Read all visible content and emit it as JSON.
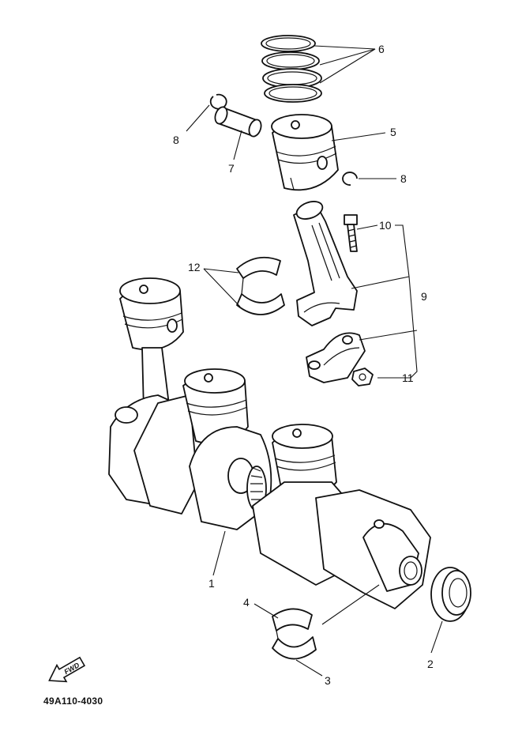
{
  "diagram": {
    "part_code": "49A110-4030",
    "front_arrow_label": "FWD",
    "callouts": {
      "c1": "1",
      "c2": "2",
      "c3": "3",
      "c4": "4",
      "c5": "5",
      "c6": "6",
      "c7": "7",
      "c8a": "8",
      "c8b": "8",
      "c9": "9",
      "c10": "10",
      "c11": "11",
      "c12": "12"
    }
  }
}
